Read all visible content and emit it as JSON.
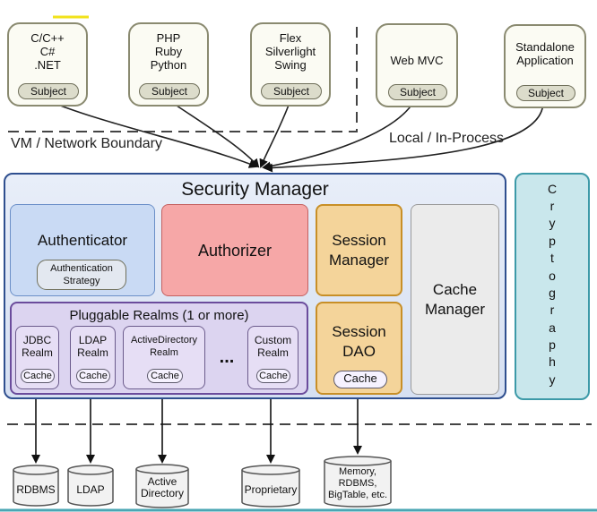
{
  "clients": [
    {
      "name": "C/C++\nC#\n.NET",
      "subject": "Subject"
    },
    {
      "name": "PHP\nRuby\nPython",
      "subject": "Subject"
    },
    {
      "name": "Flex\nSilverlight\nSwing",
      "subject": "Subject"
    },
    {
      "name": "Web MVC",
      "subject": "Subject"
    },
    {
      "name": "Standalone\nApplication",
      "subject": "Subject"
    }
  ],
  "boundaries": {
    "vm_network": "VM / Network Boundary",
    "local_in_process": "Local / In-Process"
  },
  "security_manager": {
    "title": "Security Manager",
    "authenticator": {
      "label": "Authenticator",
      "strategy": "Authentication\nStrategy"
    },
    "authorizer": {
      "label": "Authorizer"
    },
    "session_manager": {
      "label": "Session\nManager"
    },
    "session_dao": {
      "label": "Session\nDAO",
      "cache": "Cache"
    },
    "cache_manager": {
      "label": "Cache\nManager"
    },
    "realms": {
      "title": "Pluggable Realms (1 or more)",
      "items": [
        {
          "name": "JDBC\nRealm",
          "cache": "Cache"
        },
        {
          "name": "LDAP\nRealm",
          "cache": "Cache"
        },
        {
          "name": "ActiveDirectory\nRealm",
          "cache": "Cache"
        },
        {
          "name": "Custom\nRealm",
          "cache": "Cache"
        }
      ],
      "ellipsis": "..."
    }
  },
  "cryptography": {
    "letters": [
      "C",
      "r",
      "y",
      "p",
      "t",
      "o",
      "g",
      "r",
      "a",
      "p",
      "h",
      "y"
    ]
  },
  "data_stores": [
    {
      "label": "RDBMS"
    },
    {
      "label": "LDAP"
    },
    {
      "label": "Active\nDirectory"
    },
    {
      "label": "Proprietary"
    },
    {
      "label": "Memory,\nRDBMS,\nBigTable, etc."
    }
  ],
  "colors": {
    "security_manager_border": "#2f4f8f",
    "authorizer_fill": "#f6a7a7",
    "session_fill": "#f4d49a",
    "realms_fill": "#dcd4f0",
    "cryptography_fill": "#c9e7ec"
  }
}
